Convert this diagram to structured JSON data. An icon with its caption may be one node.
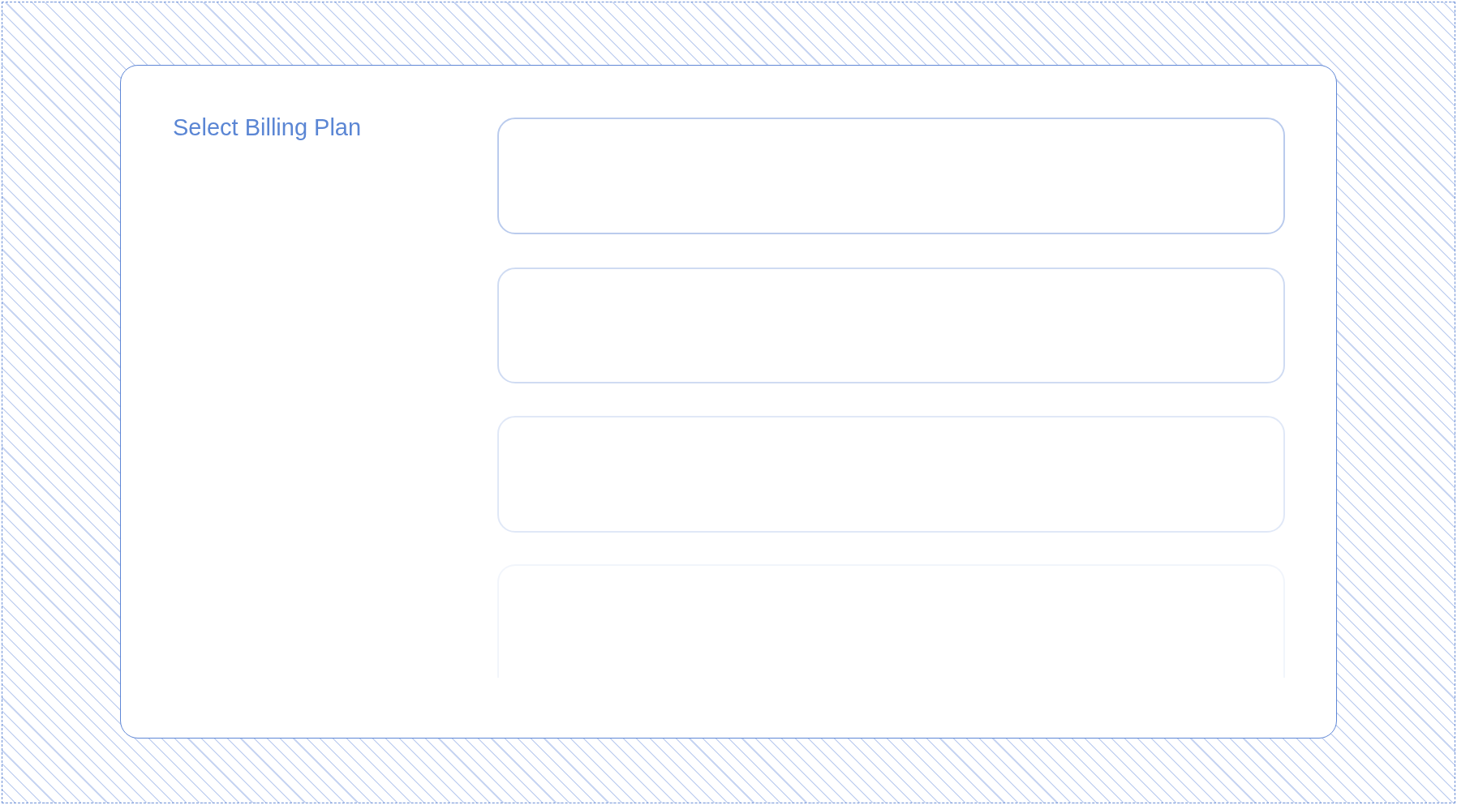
{
  "diagram": {
    "nodes": [
      {
        "text": [
          "Select Billing Plan"
        ]
      },
      {
        "text": [],
        "shape": "box",
        "in": 0
      },
      {
        "text": [],
        "shape": "box",
        "in": 0
      },
      {
        "text": [],
        "shape": "box",
        "in": 0
      },
      {
        "text": [],
        "shape": "box",
        "in": 0
      }
    ]
  }
}
